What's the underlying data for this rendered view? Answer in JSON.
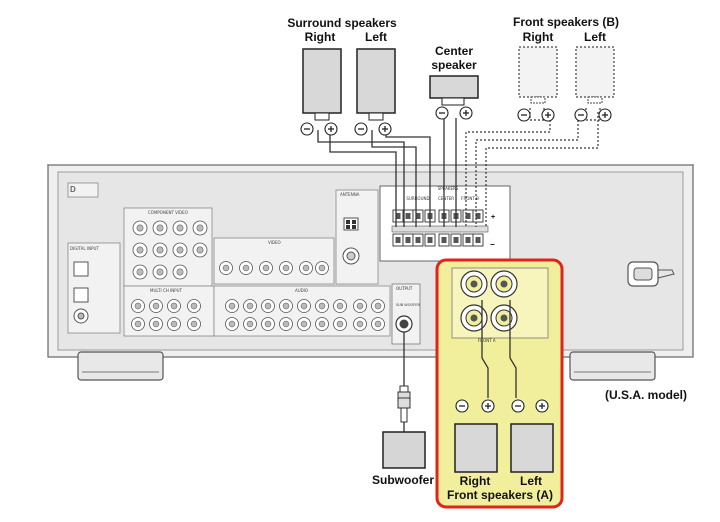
{
  "labels": {
    "surround_title": "Surround speakers",
    "surround_right": "Right",
    "surround_left": "Left",
    "center_line1": "Center",
    "center_line2": "speaker",
    "front_b_title": "Front speakers (B)",
    "front_b_right": "Right",
    "front_b_left": "Left",
    "model": "(U.S.A. model)",
    "subwoofer": "Subwoofer",
    "front_a_right": "Right",
    "front_a_left": "Left",
    "front_a_title": "Front speakers (A)"
  },
  "panel_text": {
    "speakers": "SPEAKERS",
    "surround": "SURROUND",
    "center": "CENTER",
    "front_b": "FRONT B",
    "front_a": "FRONT A",
    "output": "OUTPUT",
    "sub_woofer": "SUB WOOFER",
    "component_video": "COMPONENT VIDEO",
    "video": "VIDEO",
    "audio": "AUDIO",
    "digital_input": "DIGITAL INPUT",
    "multi_ch_input": "MULTI CH INPUT",
    "antenna": "ANTENNA",
    "plus": "+",
    "minus": "−"
  },
  "colors": {
    "highlight_fill": "#f1ef9c",
    "highlight_border": "#e2231a",
    "panel": "#ececec",
    "line": "#666666"
  }
}
